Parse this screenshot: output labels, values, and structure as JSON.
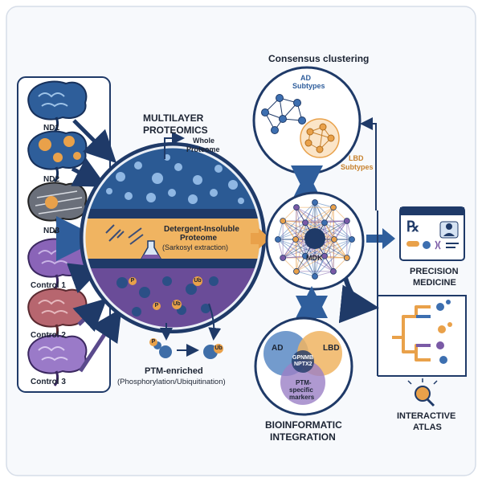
{
  "samples": {
    "items": [
      {
        "label": "ND1"
      },
      {
        "label": "ND2"
      },
      {
        "label": "ND3"
      },
      {
        "label": "Control 1"
      },
      {
        "label": "Control 2"
      },
      {
        "label": "Control 3"
      }
    ]
  },
  "proteomics": {
    "title_line1": "MULTILAYER",
    "title_line2": "PROTEOMICS",
    "whole_line1": "Whole",
    "whole_line2": "Proteome",
    "insoluble_line1": "Detergent-Insoluble",
    "insoluble_line2": "Proteome",
    "insoluble_line3": "(Sarkosyl extraction)",
    "ptm_label": "PTM-enriched",
    "ptm_sub": "(Phosphorylation/Ubiquitination)",
    "phospho_badge": "P",
    "ubiq_badge": "Ub"
  },
  "clustering": {
    "title": "Consensus clustering",
    "ad_line1": "AD",
    "ad_line2": "Subtypes",
    "lbd_line1": "LBD",
    "lbd_line2": "Subtypes"
  },
  "network": {
    "hub_label": "MDK"
  },
  "integration": {
    "ad": "AD",
    "lbd": "LBD",
    "center_line1": "GPNMB",
    "center_line2": "NPTX2",
    "ptm_line1": "PTM-",
    "ptm_line2": "specific",
    "ptm_line3": "markers",
    "title_line1": "BIOINFORMATIC",
    "title_line2": "INTEGRATION"
  },
  "outputs": {
    "medicine_line1": "PRECISION",
    "medicine_line2": "MEDICINE",
    "atlas_line1": "INTERACTIVE",
    "atlas_line2": "ATLAS",
    "rx_symbol": "℞"
  },
  "colors": {
    "navy": "#1f3a68",
    "blue": "#3d6fb0",
    "orange": "#e9a14a",
    "purple": "#7a5aa6",
    "light_bg": "#f4f7fb"
  }
}
